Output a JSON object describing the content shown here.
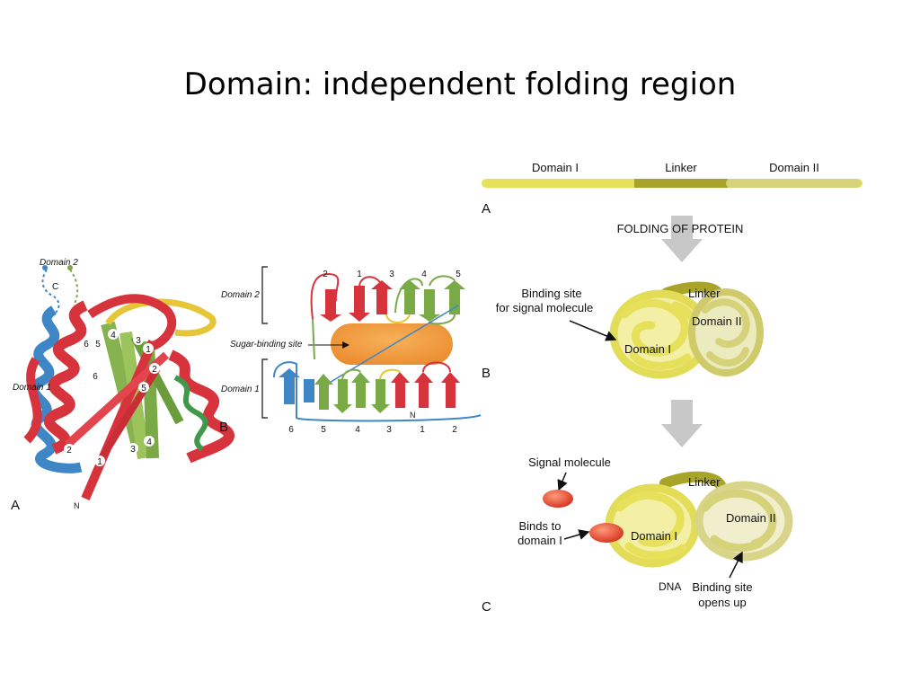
{
  "slide": {
    "title": "Domain: independent folding region"
  },
  "left_figure": {
    "panel_a": "A",
    "panel_b": "B",
    "ribbon_labels": {
      "domain2": "Domain 2",
      "domain1": "Domain 1",
      "c_term": "C",
      "n_term": "N",
      "strands": [
        "6",
        "5",
        "4",
        "3",
        "1",
        "2",
        "6",
        "5",
        "2",
        "1",
        "2",
        "3",
        "4",
        "1"
      ]
    },
    "topology_labels": {
      "domain2": "Domain 2",
      "domain1": "Domain 1",
      "sugar_site": "Sugar-binding site",
      "n_term": "N",
      "top_numbers": [
        "2",
        "1",
        "3",
        "4",
        "5"
      ],
      "bottom_numbers": [
        "6",
        "5",
        "4",
        "3",
        "1",
        "2"
      ]
    }
  },
  "right_figure": {
    "bar": {
      "domain1": "Domain I",
      "linker": "Linker",
      "domain2": "Domain II"
    },
    "panel_a": "A",
    "panel_b": "B",
    "panel_c": "C",
    "folding_caption": "FOLDING OF PROTEIN",
    "b_labels": {
      "binding_site_line1": "Binding site",
      "binding_site_line2": "for signal molecule",
      "linker": "Linker",
      "domain1": "Domain I",
      "domain2": "Domain II"
    },
    "c_labels": {
      "signal_molecule": "Signal molecule",
      "binds_to_line1": "Binds to",
      "binds_to_line2": "domain I",
      "linker": "Linker",
      "domain1": "Domain I",
      "domain2": "Domain II",
      "dna": "DNA",
      "binding_opens_line1": "Binding site",
      "binding_opens_line2": "opens up"
    },
    "colors": {
      "domain1": "#e6e05a",
      "linker": "#a8a42a",
      "domain2": "#d6d27a",
      "signal": "#e0452f",
      "arrow": "#c8c8c8"
    }
  }
}
